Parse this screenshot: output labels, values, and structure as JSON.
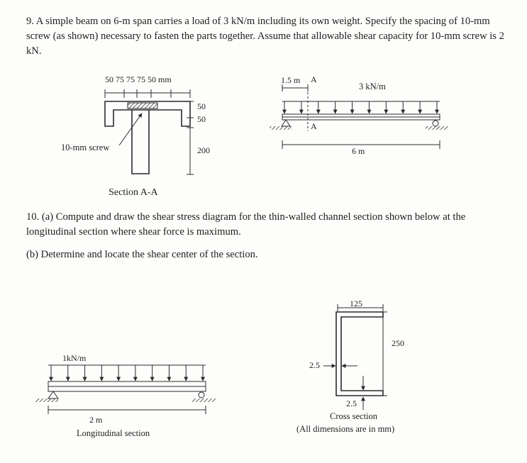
{
  "problem9": {
    "text": "9. A simple beam on 6-m span carries a load of 3 kN/m including its own weight. Specify the spacing of 10-mm screw (as shown) necessary to fasten the parts together. Assume that allowable shear capacity for 10-mm screw is 2 kN.",
    "section": {
      "dims_top": "50  75  75  75  50 mm",
      "dim_50a": "50",
      "dim_50b": "50",
      "dim_200": "200",
      "screw_label": "10-mm screw",
      "caption": "Section A-A"
    },
    "beam": {
      "dim_15": "1.5 m",
      "label_a_top": "A",
      "label_a_bottom": "A",
      "load": "3 kN/m",
      "span": "6 m"
    }
  },
  "problem10": {
    "text_a": "10. (a) Compute and draw the shear stress diagram for the thin-walled channel section shown below at the longitudinal section where shear force is maximum.",
    "text_b": "(b) Determine and locate the shear center of the section.",
    "longitudinal": {
      "load": "1kN/m",
      "span": "2 m",
      "caption": "Longitudinal section"
    },
    "cross_section": {
      "width": "125",
      "height": "250",
      "web_t": "2.5",
      "flange_t": "2.5",
      "caption": "Cross section",
      "note": "(All dimensions are in mm)"
    }
  }
}
